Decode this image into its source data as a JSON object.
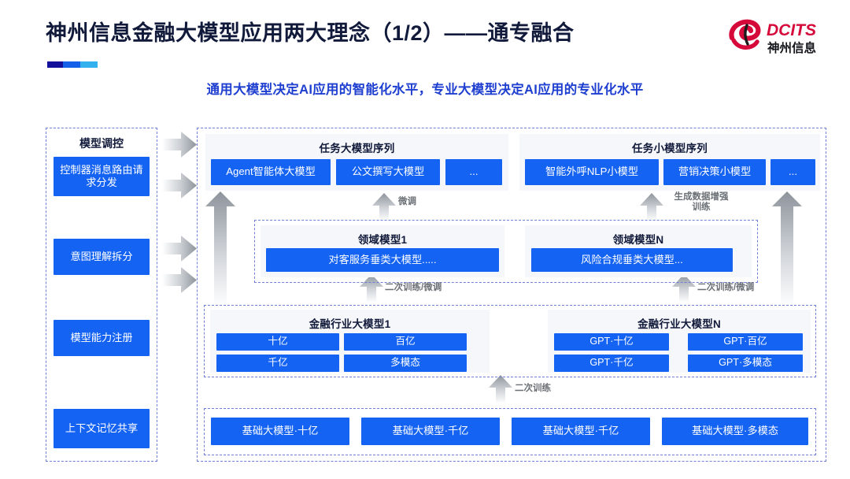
{
  "header": {
    "title": "神州信息金融大模型应用两大理念（1/2）——通专融合",
    "subtitle": "通用大模型决定AI应用的智能化水平，专业大模型决定AI应用的专业化水平",
    "logo": {
      "name": "dcits-logo",
      "brand_latin": "DCITS",
      "brand_cn": "神州信息",
      "brand_color": "#d6093b"
    }
  },
  "colors": {
    "accent_blue": "#1463f3",
    "title_navy": "#111a3a",
    "subtitle_blue": "#1f3fd0",
    "dashed_border": "#6f7fd6",
    "panel_bg": "#f6f7fa",
    "arrow_gray": "#9aa0a6"
  },
  "left_column": {
    "title": "模型调控",
    "items": [
      {
        "label": "控制器消息路由请求分发"
      },
      {
        "label": "意图理解拆分"
      },
      {
        "label": "模型能力注册"
      },
      {
        "label": "上下文记忆共享"
      }
    ]
  },
  "task_large_panel": {
    "title": "任务大模型序列",
    "boxes": [
      "Agent智能体大模型",
      "公文撰写大模型",
      "..."
    ]
  },
  "task_small_panel": {
    "title": "任务小模型序列",
    "boxes": [
      "智能外呼NLP小模型",
      "营销决策小模型",
      "..."
    ]
  },
  "domain_panels": [
    {
      "title": "领域模型1",
      "box": "对客服务垂类大模型....."
    },
    {
      "title": "领域模型N",
      "box": "风险合规垂类大模型..."
    }
  ],
  "industry_panels": [
    {
      "title": "金融行业大模型1",
      "boxes": [
        "十亿",
        "百亿",
        "千亿",
        "多模态"
      ]
    },
    {
      "title": "金融行业大模型N",
      "boxes": [
        "GPT·十亿",
        "GPT·百亿",
        "GPT·千亿",
        "GPT·多模态"
      ]
    }
  ],
  "base_models": {
    "boxes": [
      "基础大模型·十亿",
      "基础大模型·千亿",
      "基础大模型·千亿",
      "基础大模型·多模态"
    ]
  },
  "arrow_labels": {
    "fine_tune": "微调",
    "data_aug_train": "生成数据增强\n训练",
    "retrain_tune_left": "二次训练/微调",
    "retrain_tune_right": "二次训练/微调",
    "retrain": "二次训练"
  }
}
